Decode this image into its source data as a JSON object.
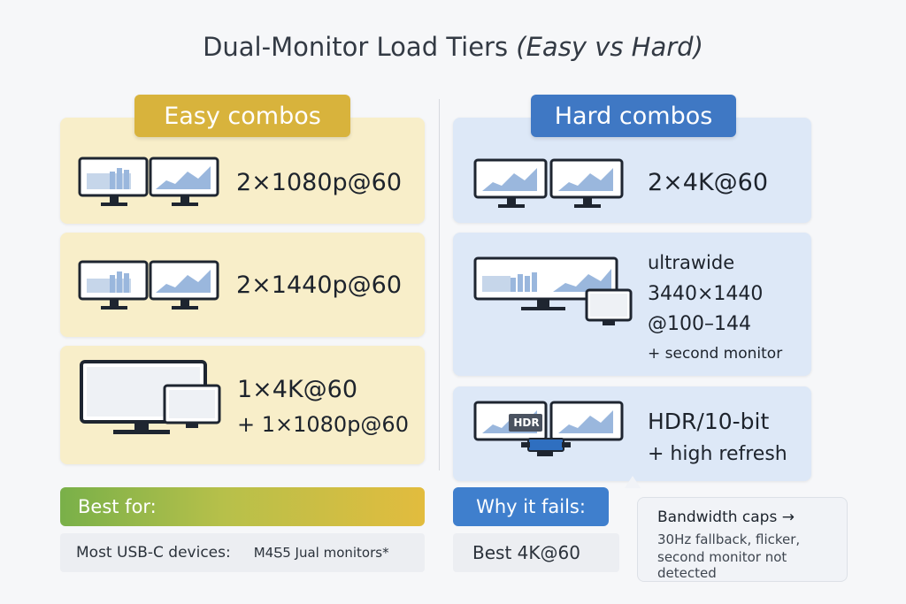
{
  "title": {
    "main": "Dual-Monitor Load Tiers",
    "sub": "(Easy vs Hard)"
  },
  "easy": {
    "header": "Easy combos",
    "rows": [
      {
        "line1": "2×1080p@60"
      },
      {
        "line1": "2×1440p@60"
      },
      {
        "line1": "1×4K@60",
        "line2": "+ 1×1080p@60"
      }
    ],
    "best_for_label": "Best for:",
    "best_for_text1": "Most USB-C devices:",
    "best_for_text2": "M4Ƽ5 Jual monitors*"
  },
  "hard": {
    "header": "Hard combos",
    "rows": [
      {
        "line1": "2×4K@60"
      },
      {
        "line1": "ultrawide",
        "line2": "3440×1440",
        "line3": "@100–144",
        "line4": "+ second monitor"
      },
      {
        "line1": "HDR/10-bit",
        "line2": "+ high refresh",
        "badge": "HDR"
      }
    ],
    "why_label": "Why it fails:",
    "why_text": "Best 4K@60",
    "note_title": "Bandwidth caps →",
    "note_line1": "30Hz fallback, flicker,",
    "note_line2": "second monitor not detected"
  },
  "colors": {
    "easy_accent": "#d8b33c",
    "hard_accent": "#3f78c4",
    "easy_card": "#f8eec9",
    "hard_card": "#dde8f7"
  }
}
